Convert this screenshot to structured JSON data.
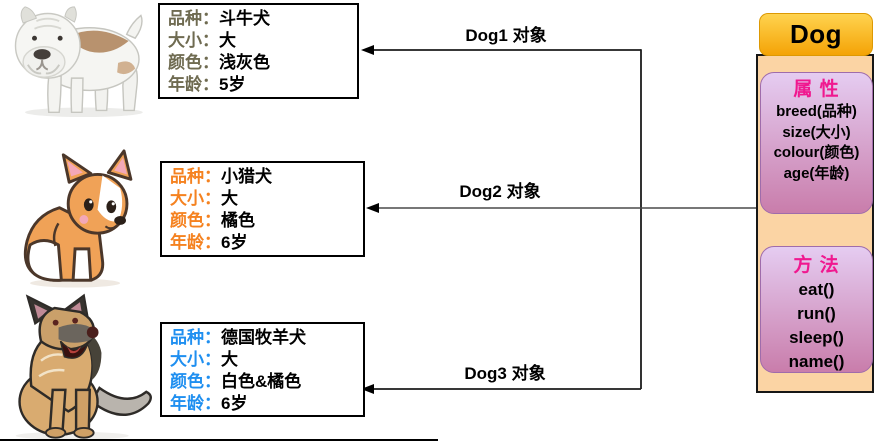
{
  "separator": "：",
  "objects": [
    {
      "name": "Dog1",
      "image": "bulldog",
      "arrow_label": "Dog1 对象",
      "label_color": "#6f6b51",
      "fields": [
        {
          "label": "品种",
          "value": "斗牛犬"
        },
        {
          "label": "大小",
          "value": "大"
        },
        {
          "label": "颜色",
          "value": "浅灰色"
        },
        {
          "label": "年龄",
          "value": "5岁"
        }
      ]
    },
    {
      "name": "Dog2",
      "image": "corgi",
      "arrow_label": "Dog2 对象",
      "label_color": "#f58220",
      "fields": [
        {
          "label": "品种",
          "value": "小猎犬"
        },
        {
          "label": "大小",
          "value": "大"
        },
        {
          "label": "颜色",
          "value": "橘色"
        },
        {
          "label": "年龄",
          "value": "6岁"
        }
      ]
    },
    {
      "name": "Dog3",
      "image": "german-shepherd",
      "arrow_label": "Dog3 对象",
      "label_color": "#1f8ff0",
      "fields": [
        {
          "label": "品种",
          "value": "德国牧羊犬"
        },
        {
          "label": "大小",
          "value": "大"
        },
        {
          "label": "颜色",
          "value": "白色&橘色"
        },
        {
          "label": "年龄",
          "value": "6岁"
        }
      ]
    }
  ],
  "class_panel": {
    "title": "Dog",
    "sections": [
      {
        "title": "属 性",
        "items": [
          "breed(品种)",
          "size(大小)",
          "colour(颜色)",
          "age(年龄)"
        ]
      },
      {
        "title": "方 法",
        "items": [
          "eat()",
          "run()",
          "sleep()",
          "name()"
        ]
      }
    ]
  },
  "colors": {
    "accent_pink": "#f0188f",
    "header_top": "#ffd34f",
    "header_bottom": "#f4a306",
    "panel_bg": "#fbd4a4",
    "section_top": "#e5ccf1",
    "section_bottom": "#c97dab",
    "dog1_label": "#6f6b51",
    "dog2_label": "#f58220",
    "dog3_label": "#1f8ff0"
  }
}
